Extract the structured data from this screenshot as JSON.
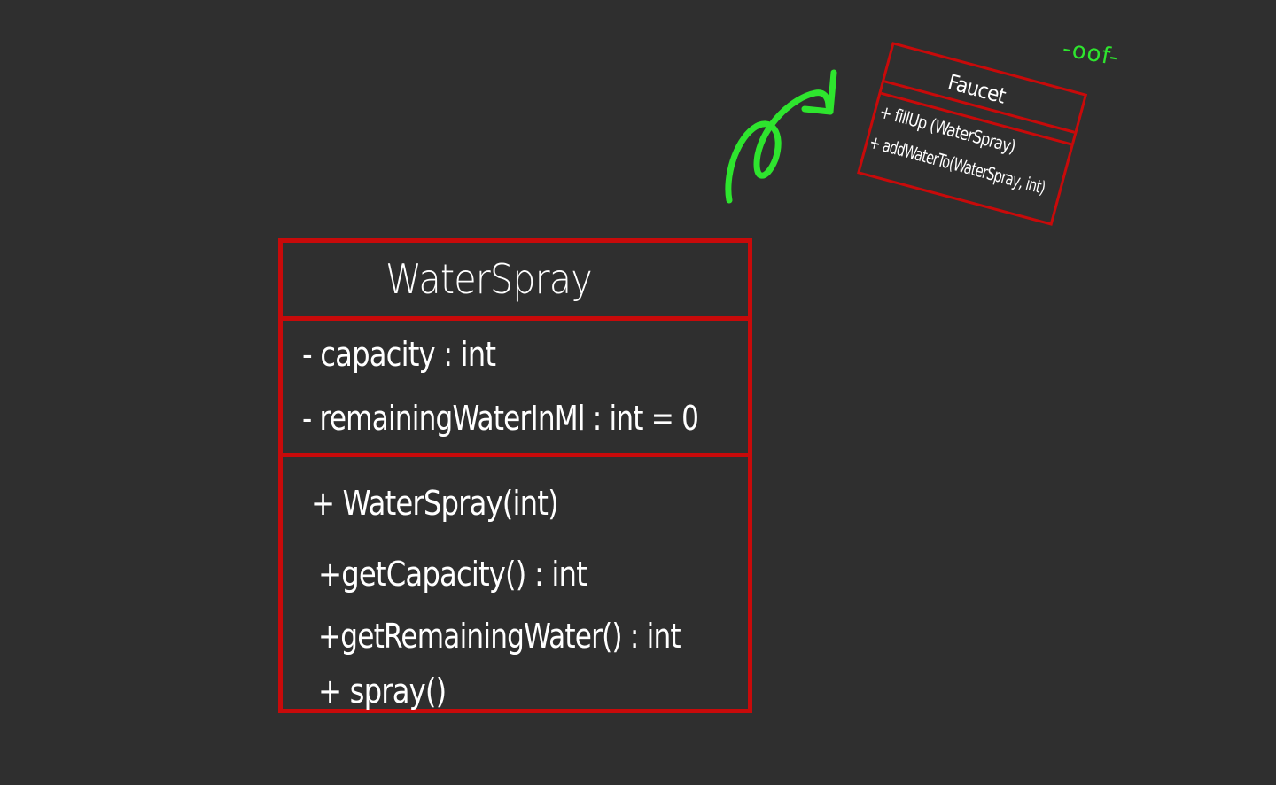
{
  "water_spray": {
    "class_name": "WaterSpray",
    "attributes": [
      "- capacity : int",
      "- remainingWaterInMl : int = 0"
    ],
    "methods": [
      "+ WaterSpray(int)",
      "+getCapacity() : int",
      "+getRemainingWater() : int",
      "+ spray()"
    ]
  },
  "faucet": {
    "class_name": "Faucet",
    "methods": [
      "+ fillUp (WaterSpray)",
      "+ addWaterTo(WaterSpray, int)"
    ]
  },
  "annotation": {
    "note": "-oof-"
  },
  "colors": {
    "background": "#2f2f2f",
    "box_border": "#c80a0a",
    "text": "#ffffff",
    "annotation": "#2ee52e"
  }
}
